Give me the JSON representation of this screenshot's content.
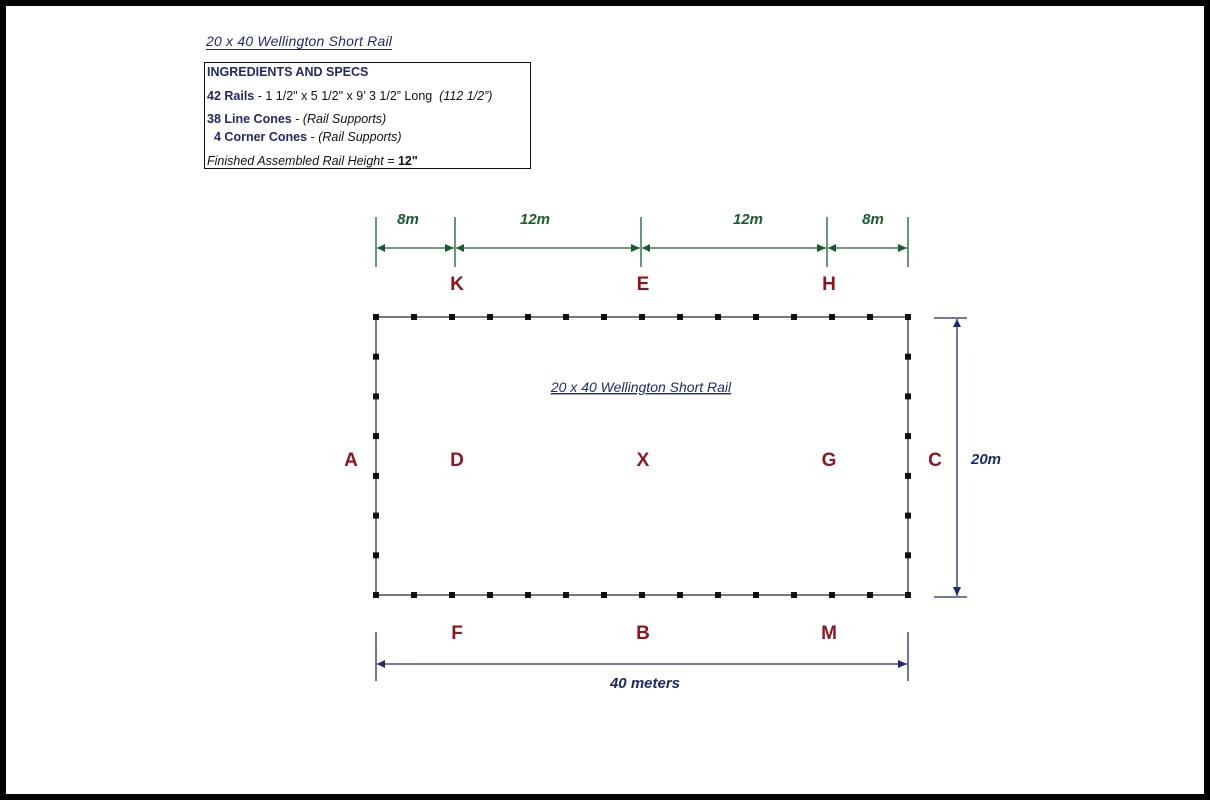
{
  "title": "20 x 40 Wellington Short Rail",
  "specs": {
    "header": "INGREDIENTS AND SPECS",
    "rails_label": "42 Rails",
    "rails_text": " - 1 1/2\" x 5 1/2\" x 9’ 3 1/2” Long  ",
    "rails_note": "(112 1/2”)",
    "line_cones_label": "38 Line Cones",
    "line_cones_text": " - ",
    "line_cones_note": "(Rail Supports)",
    "corner_cones_label": "4 Corner Cones",
    "corner_cones_text": " - ",
    "corner_cones_note": "(Rail Supports)",
    "height_label": "Finished Assembled Rail Height = ",
    "height_value": "12\""
  },
  "arena": {
    "inner_title": "20 x 40 Wellington Short Rail",
    "top_dims": [
      "8m",
      "12m",
      "12m",
      "8m"
    ],
    "top_letters": [
      "K",
      "E",
      "H"
    ],
    "middle_letters": [
      "A",
      "D",
      "X",
      "G",
      "C"
    ],
    "bottom_letters": [
      "F",
      "B",
      "M"
    ],
    "width_label": "40 meters",
    "height_label": "20m"
  },
  "colors": {
    "letter": "#8b1820",
    "navy": "#1f2a6b",
    "green": "#1a5c2e"
  }
}
